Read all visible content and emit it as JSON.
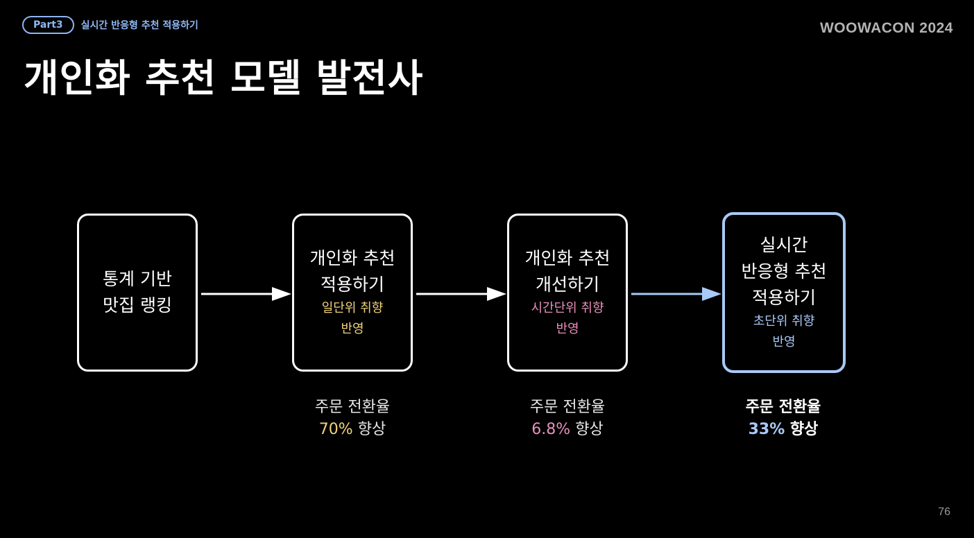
{
  "header": {
    "part_label": "Part3",
    "section_label": "실시간 반응형 추천 적용하기"
  },
  "brand": "WOOWACON 2024",
  "title": "개인화 추천 모델 발전사",
  "steps": [
    {
      "lines": [
        "통계 기반",
        "맛집 랭킹"
      ]
    },
    {
      "lines": [
        "개인화 추천",
        "적용하기"
      ],
      "sub": [
        "일단위 취향",
        "반영"
      ],
      "sub_color": "#f2d37a"
    },
    {
      "lines": [
        "개인화 추천",
        "개선하기"
      ],
      "sub": [
        "시간단위 취향",
        "반영"
      ],
      "sub_color": "#e890bd"
    },
    {
      "lines": [
        "실시간",
        "반응형 추천",
        "적용하기"
      ],
      "sub": [
        "초단위 취향",
        "반영"
      ],
      "sub_color": "#a9c9f6"
    }
  ],
  "stats": [
    {
      "label": "주문 전환율",
      "value": "70%",
      "suffix": "향상",
      "color": "#f2d37a"
    },
    {
      "label": "주문 전환율",
      "value": "6.8%",
      "suffix": "향상",
      "color": "#e890bd"
    },
    {
      "label": "주문 전환율",
      "value": "33%",
      "suffix": "향상",
      "color": "#a9c9f6"
    }
  ],
  "colors": {
    "accent_blue": "#a9c9f6",
    "gold": "#f2d37a",
    "pink": "#e890bd",
    "background": "#000000"
  },
  "page_number": "76"
}
